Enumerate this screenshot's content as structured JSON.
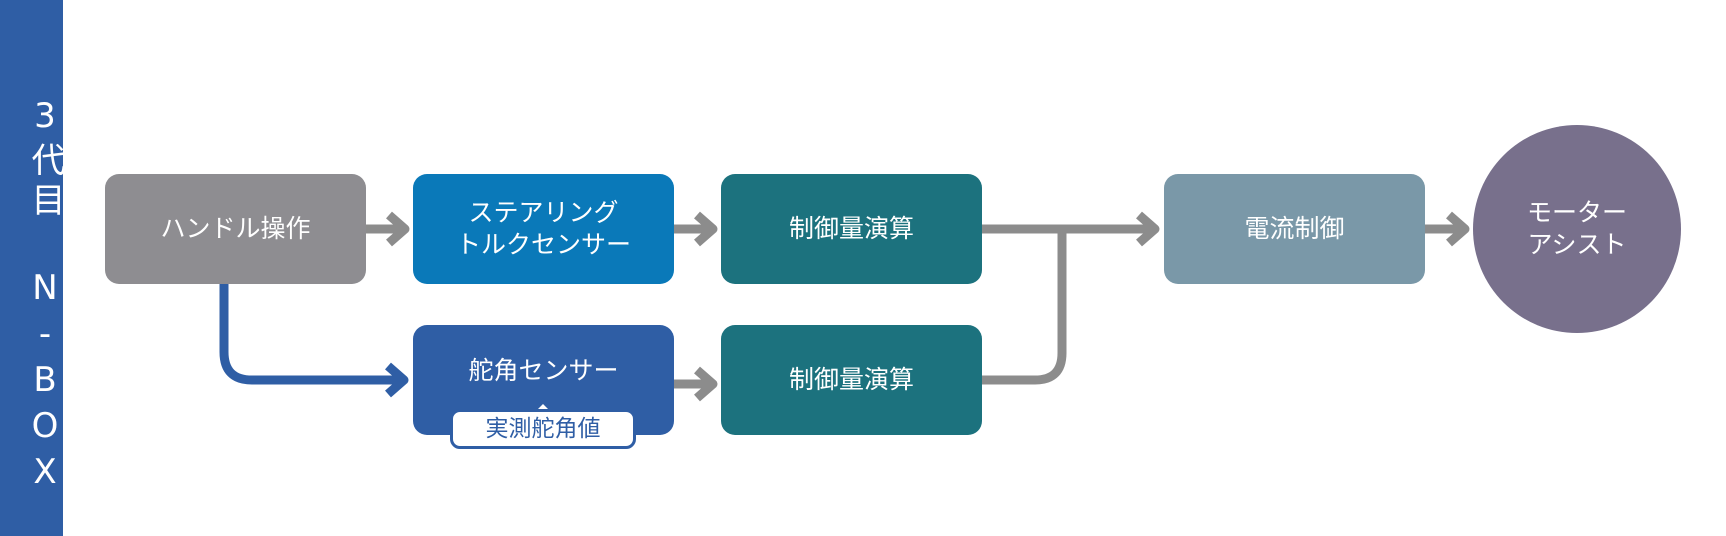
{
  "sidebar": {
    "title": "3代目 N-BOX",
    "color": "#2f5ea5"
  },
  "nodes": {
    "handle": {
      "label": "ハンドル操作",
      "color": "#8e8d91"
    },
    "torque_sensor": {
      "label": "ステアリング\nトルクセンサー",
      "color": "#0a79b9"
    },
    "calc_upper": {
      "label": "制御量演算",
      "color": "#1c727e"
    },
    "angle_sensor": {
      "label": "舵角センサー",
      "color": "#2f5ea5"
    },
    "angle_callout": {
      "label": "実測舵角値"
    },
    "calc_lower": {
      "label": "制御量演算",
      "color": "#1c727e"
    },
    "current_control": {
      "label": "電流制御",
      "color": "#7a98a8"
    },
    "motor_assist": {
      "label": "モーター\nアシスト",
      "color": "#78708c"
    }
  },
  "colors": {
    "gray_arrow": "#8c8c8c",
    "blue_arrow": "#2f5ea5"
  }
}
